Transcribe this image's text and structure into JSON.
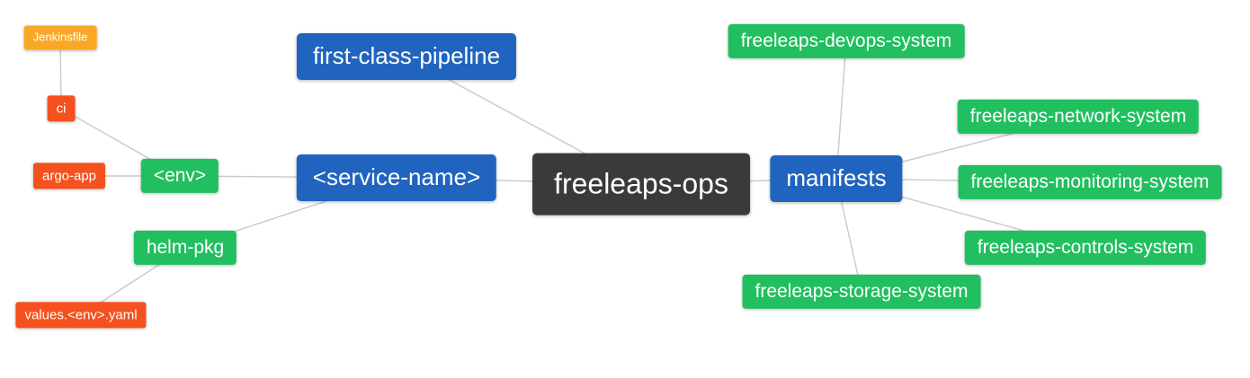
{
  "colors": {
    "root": "#3a3a38",
    "blue": "#2064bf",
    "green": "#21bf5f",
    "red": "#f4511e",
    "orange": "#f9a825",
    "edge": "#cccccc",
    "text": "#ffffff",
    "background": "#ffffff"
  },
  "nodes": {
    "root": {
      "label": "freeleaps-ops"
    },
    "first_class_pipeline": {
      "label": "first-class-pipeline"
    },
    "service_name": {
      "label": "<service-name>"
    },
    "manifests": {
      "label": "manifests"
    },
    "env": {
      "label": "<env>"
    },
    "helm_pkg": {
      "label": "helm-pkg"
    },
    "ci": {
      "label": "ci"
    },
    "jenkinsfile": {
      "label": "Jenkinsfile"
    },
    "argo_app": {
      "label": "argo-app"
    },
    "values_env_yaml": {
      "label": "values.<env>.yaml"
    },
    "devops_system": {
      "label": "freeleaps-devops-system"
    },
    "network_system": {
      "label": "freeleaps-network-system"
    },
    "monitoring_system": {
      "label": "freeleaps-monitoring-system"
    },
    "controls_system": {
      "label": "freeleaps-controls-system"
    },
    "storage_system": {
      "label": "freeleaps-storage-system"
    }
  }
}
